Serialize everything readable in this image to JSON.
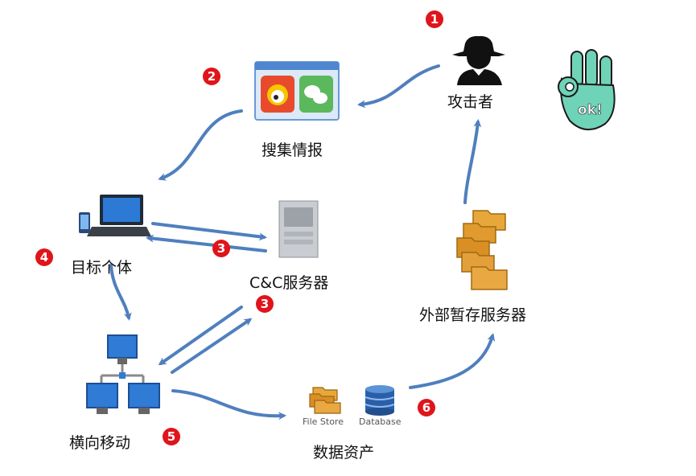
{
  "labels": {
    "attacker": "攻击者",
    "intel": "搜集情报",
    "target": "目标个体",
    "cc": "C&C服务器",
    "lateral": "横向移动",
    "assets": "数据资产",
    "staging": "外部暂存服务器",
    "file_store": "File Store",
    "database": "Database",
    "ok": "ok!"
  },
  "steps": {
    "s1": "1",
    "s2": "2",
    "s3a": "3",
    "s3b": "3",
    "s4": "4",
    "s5": "5",
    "s6": "6"
  },
  "colors": {
    "arrow": "#4f7fbe",
    "badge": "#e0141b",
    "folder": "#e0a030",
    "ok_hand": "#6fd3b8"
  },
  "icons": [
    "attacker-icon",
    "browser-icon",
    "laptop-icon",
    "server-icon",
    "network-icon",
    "folders-icon",
    "file-store-icon",
    "database-icon",
    "ok-hand-icon"
  ]
}
